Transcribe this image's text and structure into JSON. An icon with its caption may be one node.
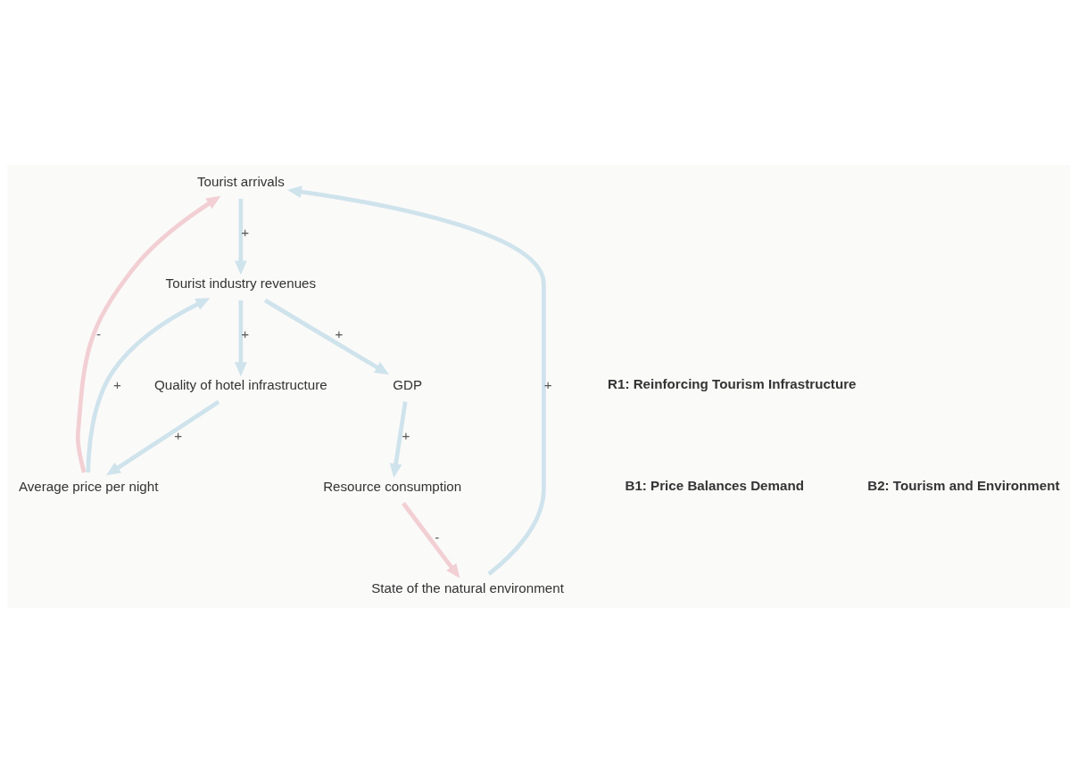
{
  "diagram": {
    "nodes": [
      {
        "text": [
          "Tourist arrivals"
        ]
      },
      {
        "text": [
          "Tourist industry revenues"
        ]
      },
      {
        "text": [
          "Average price per night"
        ]
      },
      {
        "text": [
          "Quality of hotel infrastructure"
        ]
      },
      {
        "text": [
          "GDP"
        ]
      },
      {
        "text": [
          "Resource consumption"
        ]
      },
      {
        "text": [
          "State of the natural environment"
        ]
      }
    ],
    "edges": [
      {
        "from": 0,
        "to": 1,
        "arrow": "to",
        "label": "+"
      },
      {
        "from": 2,
        "to": 1,
        "arrow": "to",
        "label": "+"
      },
      {
        "from": 1,
        "to": 3,
        "arrow": "to",
        "label": "+"
      },
      {
        "from": 3,
        "to": 2,
        "arrow": "to",
        "label": "+"
      },
      {
        "from": 2,
        "to": 0,
        "arrow": "to",
        "label": "-",
        "color": "#f2cfd3"
      },
      {
        "from": 1,
        "to": 4,
        "arrow": "to",
        "label": "+"
      },
      {
        "from": 4,
        "to": 5,
        "arrow": "to",
        "label": "+"
      },
      {
        "from": 5,
        "to": 6,
        "arrow": "to",
        "label": "-",
        "color": "#f2cfd3"
      },
      {
        "from": 6,
        "to": 0,
        "arrow": "to",
        "label": "+"
      }
    ],
    "labels": [
      "B1: Price Balances Demand",
      "R1: Reinforcing Tourism Infrastructure",
      "B2: Tourism and Environment"
    ]
  }
}
